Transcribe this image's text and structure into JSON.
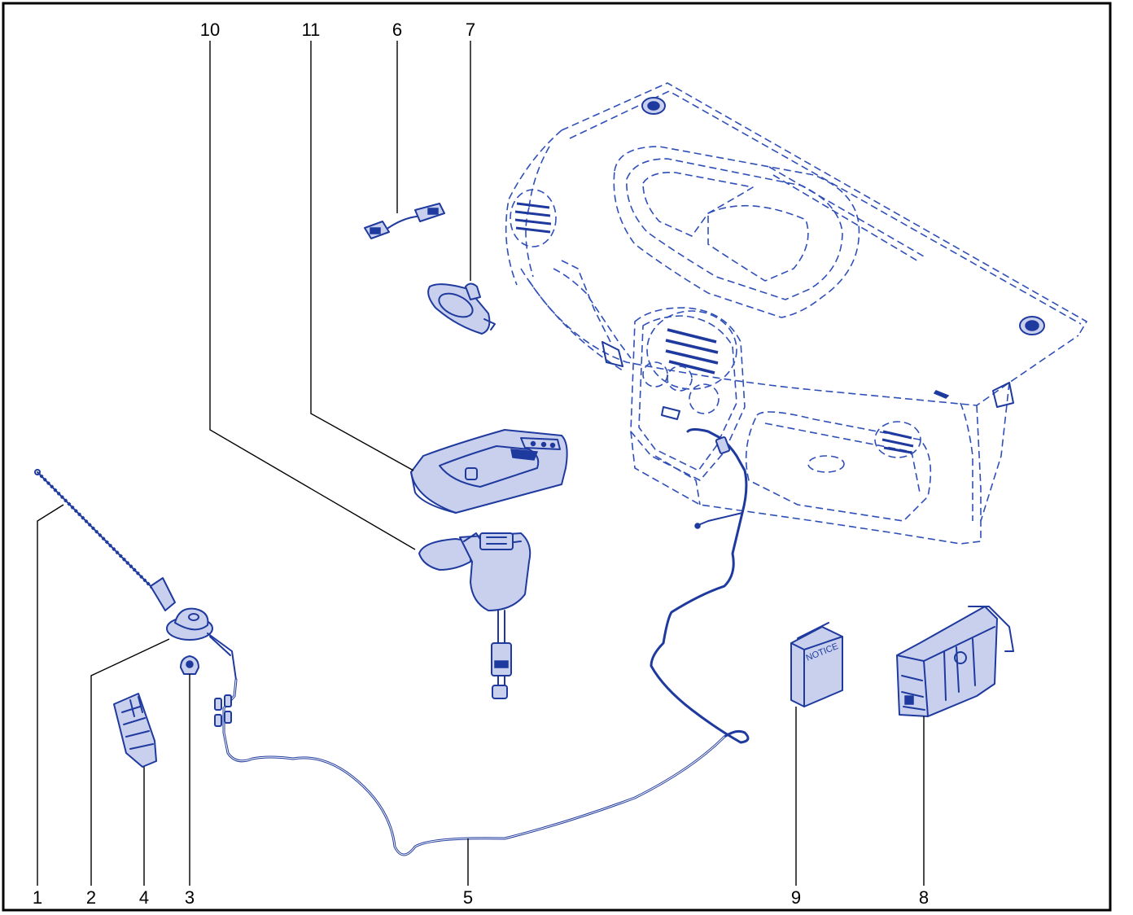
{
  "diagram": {
    "colors": {
      "line": "#1f3a9e",
      "fill": "#c9d0ee",
      "dashed": "#2f4fb8",
      "frame": "#000000",
      "background": "#ffffff"
    },
    "callouts": {
      "c1": "1",
      "c2": "2",
      "c3": "3",
      "c4": "4",
      "c5": "5",
      "c6": "6",
      "c7": "7",
      "c8": "8",
      "c9": "9",
      "c10": "10",
      "c11": "11"
    },
    "notice_label": "NOTICE"
  }
}
